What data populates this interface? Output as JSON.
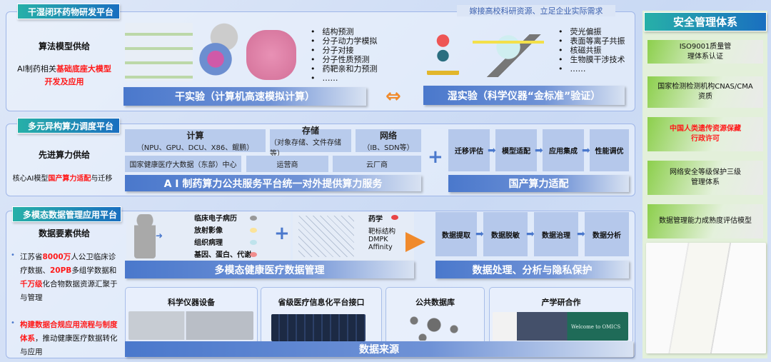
{
  "s1": {
    "title": "干湿闭环药物研发平台",
    "tagline": "嫁接高校科研资源、立足企业实际需求",
    "left_heading": "算法模型供给",
    "left_text_pre": "AI制药相关",
    "left_text_red": "基础底座大模型开发及应用",
    "dry_bullets": [
      "结构预测",
      "分子动力学模拟",
      "分子对接",
      "分子性质预测",
      "药靶亲和力预测",
      "……"
    ],
    "wet_bullets": [
      "荧光偏振",
      "表面等离子共振",
      "核磁共振",
      "生物膜干涉技术",
      "……"
    ],
    "dry_bar": "干实验（计算机高速模拟计算）",
    "wet_bar": "湿实验（科学仪器“金标准”验证）"
  },
  "s2": {
    "title": "多元异构算力调度平台",
    "left_heading": "先进算力供给",
    "left_text_pre": "核心AI模型",
    "left_text_red": "国产算力适配",
    "left_text_post": "与迁移",
    "compute": {
      "title": "计算",
      "sub": "（NPU、GPU、DCU、X86、鲲鹏）"
    },
    "storage": {
      "title": "存储",
      "sub": "（对象存储、文件存储等）"
    },
    "network": {
      "title": "网络",
      "sub": "（IB、SDN等）"
    },
    "providers": [
      "国家健康医疗大数据（东部）中心",
      "运营商",
      "云厂商"
    ],
    "main_bar": "A I 制药算力公共服务平台统一对外提供算力服务",
    "steps": [
      "迁移评估",
      "模型适配",
      "应用集成",
      "性能调优"
    ],
    "right_bar": "国产算力适配"
  },
  "s3": {
    "title": "多模态数据管理应用平台",
    "left_heading": "数据要素供给",
    "b1": {
      "t1": "江苏省",
      "r1": "8000万",
      "t2": "人公卫临床诊疗数据、",
      "r2": "20PB",
      "t3": "多组学数据和",
      "r3": "千万级",
      "t4": "化合物数据资源汇聚于与管理"
    },
    "b2": {
      "r": "构建数据合规应用流程与制度体系",
      "t": "，推动健康医疗数据转化与应用"
    },
    "modalities": [
      "临床电子病历",
      "放射影像",
      "组织病理",
      "基因、蛋白、代谢"
    ],
    "pharma": {
      "title": "药学",
      "items": [
        "靶标结构",
        "DMPK",
        "Affinity"
      ]
    },
    "mm_bar": "多模态健康医疗数据管理",
    "steps": [
      "数据提取",
      "数据脱敏",
      "数据治理",
      "数据分析"
    ],
    "proc_bar": "数据处理、分析与隐私保护",
    "sources": [
      "科学仪器设备",
      "省级医疗信息化平台接口",
      "公共数据库",
      "产学研合作"
    ],
    "source_bar": "数据来源",
    "omics_text": "Welcome to OMICS"
  },
  "security": {
    "title": "安全管理体系",
    "items": [
      {
        "text": "ISO9001质量管理体系认证",
        "red": false
      },
      {
        "text": "国家检测检测机构CNAS/CMA资质",
        "red": false
      },
      {
        "text": "中国人类遗传资源保藏行政许可",
        "red": true
      },
      {
        "text": "网络安全等级保护三级管理体系",
        "red": false
      },
      {
        "text": "数据管理能力成熟度评估模型",
        "red": false
      }
    ]
  },
  "colors": {
    "accent": "#4a78cc",
    "red": "#ff1a1a",
    "orange": "#f08a2c",
    "green": "#8ccf4c"
  }
}
